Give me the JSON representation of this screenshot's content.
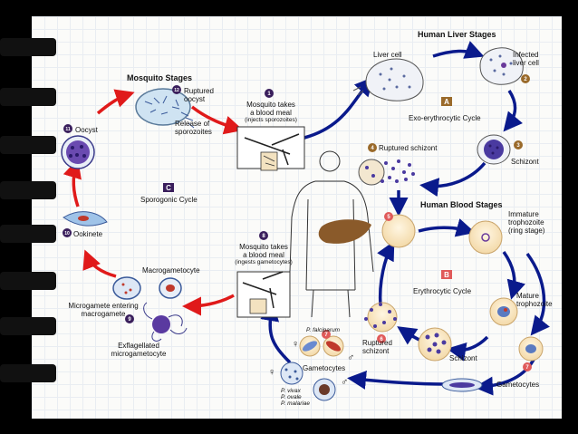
{
  "sections": {
    "mosquito": "Mosquito Stages",
    "liver": "Human Liver Stages",
    "blood": "Human Blood Stages"
  },
  "cycles": {
    "a_badge": "A",
    "a_name": "Exo-erythrocytic Cycle",
    "b_badge": "B",
    "b_name": "Erythrocytic Cycle",
    "c_badge": "C",
    "c_name": "Sporogonic Cycle"
  },
  "steps": {
    "s1_num": "1",
    "s1_a": "Mosquito takes",
    "s1_b": "a blood meal",
    "s1_c": "(injects sporozoites)",
    "s2_num": "2",
    "s3_num": "3",
    "s4_num": "4",
    "s5_num": "5",
    "s6_num": "6",
    "s7_num": "7",
    "s7b_num": "7",
    "s8_num": "8",
    "s8_a": "Mosquito takes",
    "s8_b": "a blood meal",
    "s8_c": "(ingests gametocytes)",
    "s9_num": "9",
    "s10_num": "10",
    "s11_num": "11",
    "s12_num": "12"
  },
  "labels": {
    "liver_cell": "Liver cell",
    "infected_a": "Infected",
    "infected_b": "liver cell",
    "schizont_liver": "Schizont",
    "ruptured_schizont_liver": "Ruptured schizont",
    "immature_a": "Immature",
    "immature_b": "trophozoite",
    "immature_c": "(ring stage)",
    "mature_a": "Mature",
    "mature_b": "trophozoite",
    "schizont_blood": "Schizont",
    "ruptured_a": "Ruptured",
    "ruptured_b": "schizont",
    "gametocytes_blood": "Gametocytes",
    "gametocytes": "Gametocytes",
    "p_falciparum": "P. falciparum",
    "p_vivax": "P. vivax",
    "p_ovale": "P. ovale",
    "p_malariae": "P. malariae",
    "female": "♀",
    "male": "♂",
    "ruptured_oocyst_a": "Ruptured",
    "ruptured_oocyst_b": "oocyst",
    "release_a": "Release of",
    "release_b": "sporozoites",
    "oocyst": "Oocyst",
    "ookinete": "Ookinete",
    "macrogametocyte": "Macrogametocyte",
    "microgamete_a": "Microgamete entering",
    "microgamete_b": "macrogamete",
    "exflag_a": "Exflagellated",
    "exflag_b": "microgametocyte"
  },
  "colors": {
    "blue_arrow": "#0a1a8c",
    "red_arrow": "#e01a1a",
    "badge_purple": "#3a1f5c",
    "badge_brown": "#9a6a2a",
    "badge_red": "#e05a5a",
    "cell_purple": "#4a2e8a",
    "cell_cream": "#fbe8c8",
    "liver_brown": "#8a5a2a"
  }
}
